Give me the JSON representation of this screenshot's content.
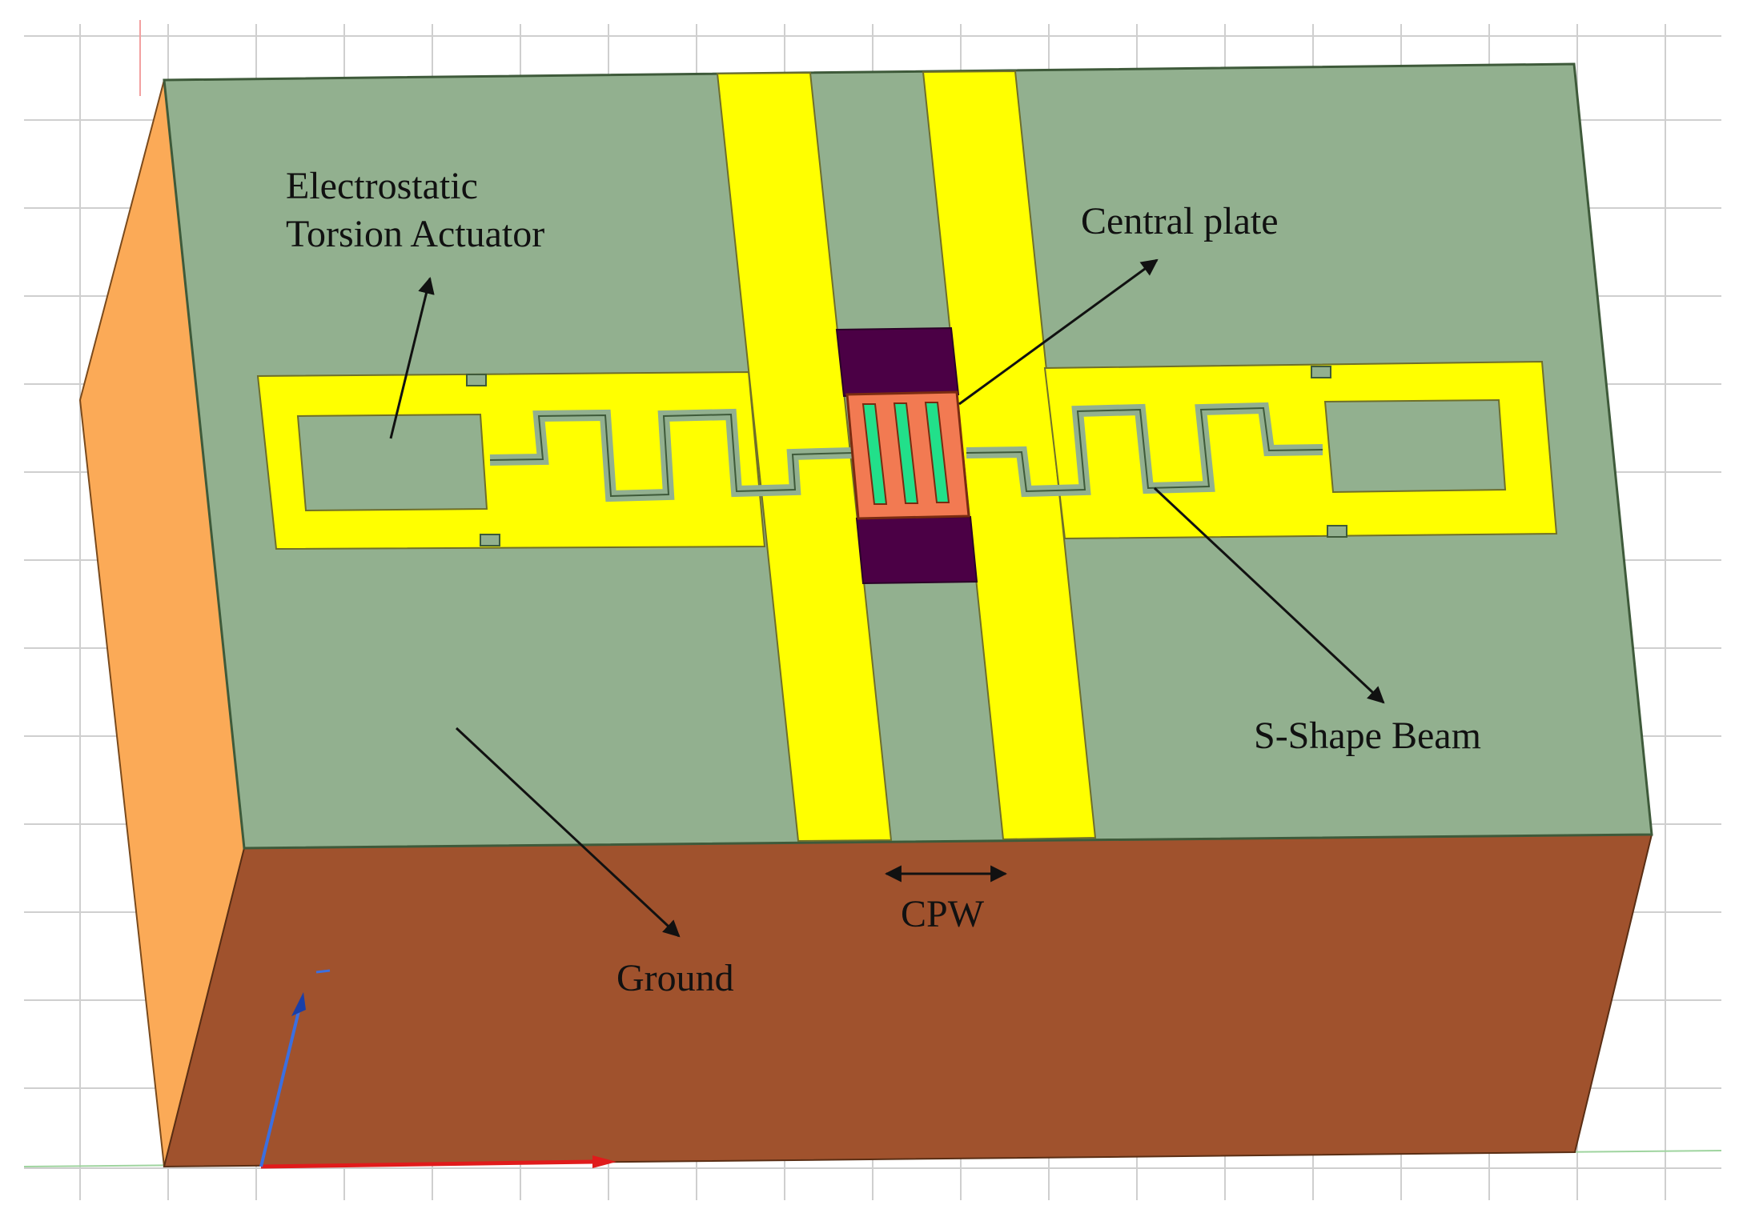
{
  "labels": {
    "actuator_line1": "Electrostatic",
    "actuator_line2": "Torsion Actuator",
    "central_plate": "Central plate",
    "s_shape_beam": "S-Shape Beam",
    "ground": "Ground",
    "cpw": "CPW"
  },
  "colors": {
    "substrate_top": "#92B08F",
    "substrate_front": "#A0522D",
    "substrate_side": "#FBAA57",
    "conductor": "#FFFF00",
    "dielectric_pad": "#4B0045",
    "central_plate": "#F27A52",
    "plate_slots": "#22E08A",
    "edge": "#3E5A3A",
    "grid": "#C8C8C8"
  }
}
